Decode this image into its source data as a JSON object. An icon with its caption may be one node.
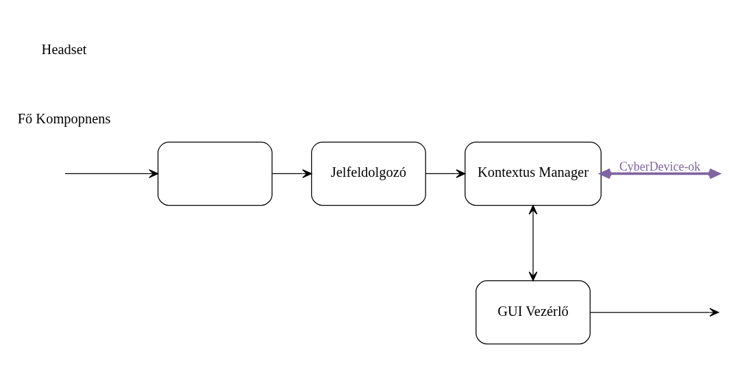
{
  "diagram": {
    "nodes": [
      {
        "text": [],
        "shape": "box"
      },
      {
        "text": [
          "Jelfeldolgozó"
        ]
      },
      {
        "text": [
          "Kontextus Manager"
        ]
      },
      {
        "text": [
          "GUI Vezérlő"
        ]
      }
    ],
    "edges": [
      {
        "from": null,
        "to": 0,
        "arrow": "to"
      },
      {
        "from": 0,
        "to": 1,
        "arrow": "to"
      },
      {
        "from": 1,
        "to": 2,
        "arrow": "to"
      },
      {
        "from": 2,
        "to": 3,
        "arrow": "both"
      },
      {
        "from": 3,
        "to": null,
        "arrow": "to"
      },
      {
        "from": 2,
        "to": null,
        "arrow": "both",
        "label": "CyberDevice-ok",
        "style": "thick",
        "color": "#8064a2"
      }
    ],
    "labels": [
      "Fő Kompopnens",
      "Headset"
    ]
  }
}
